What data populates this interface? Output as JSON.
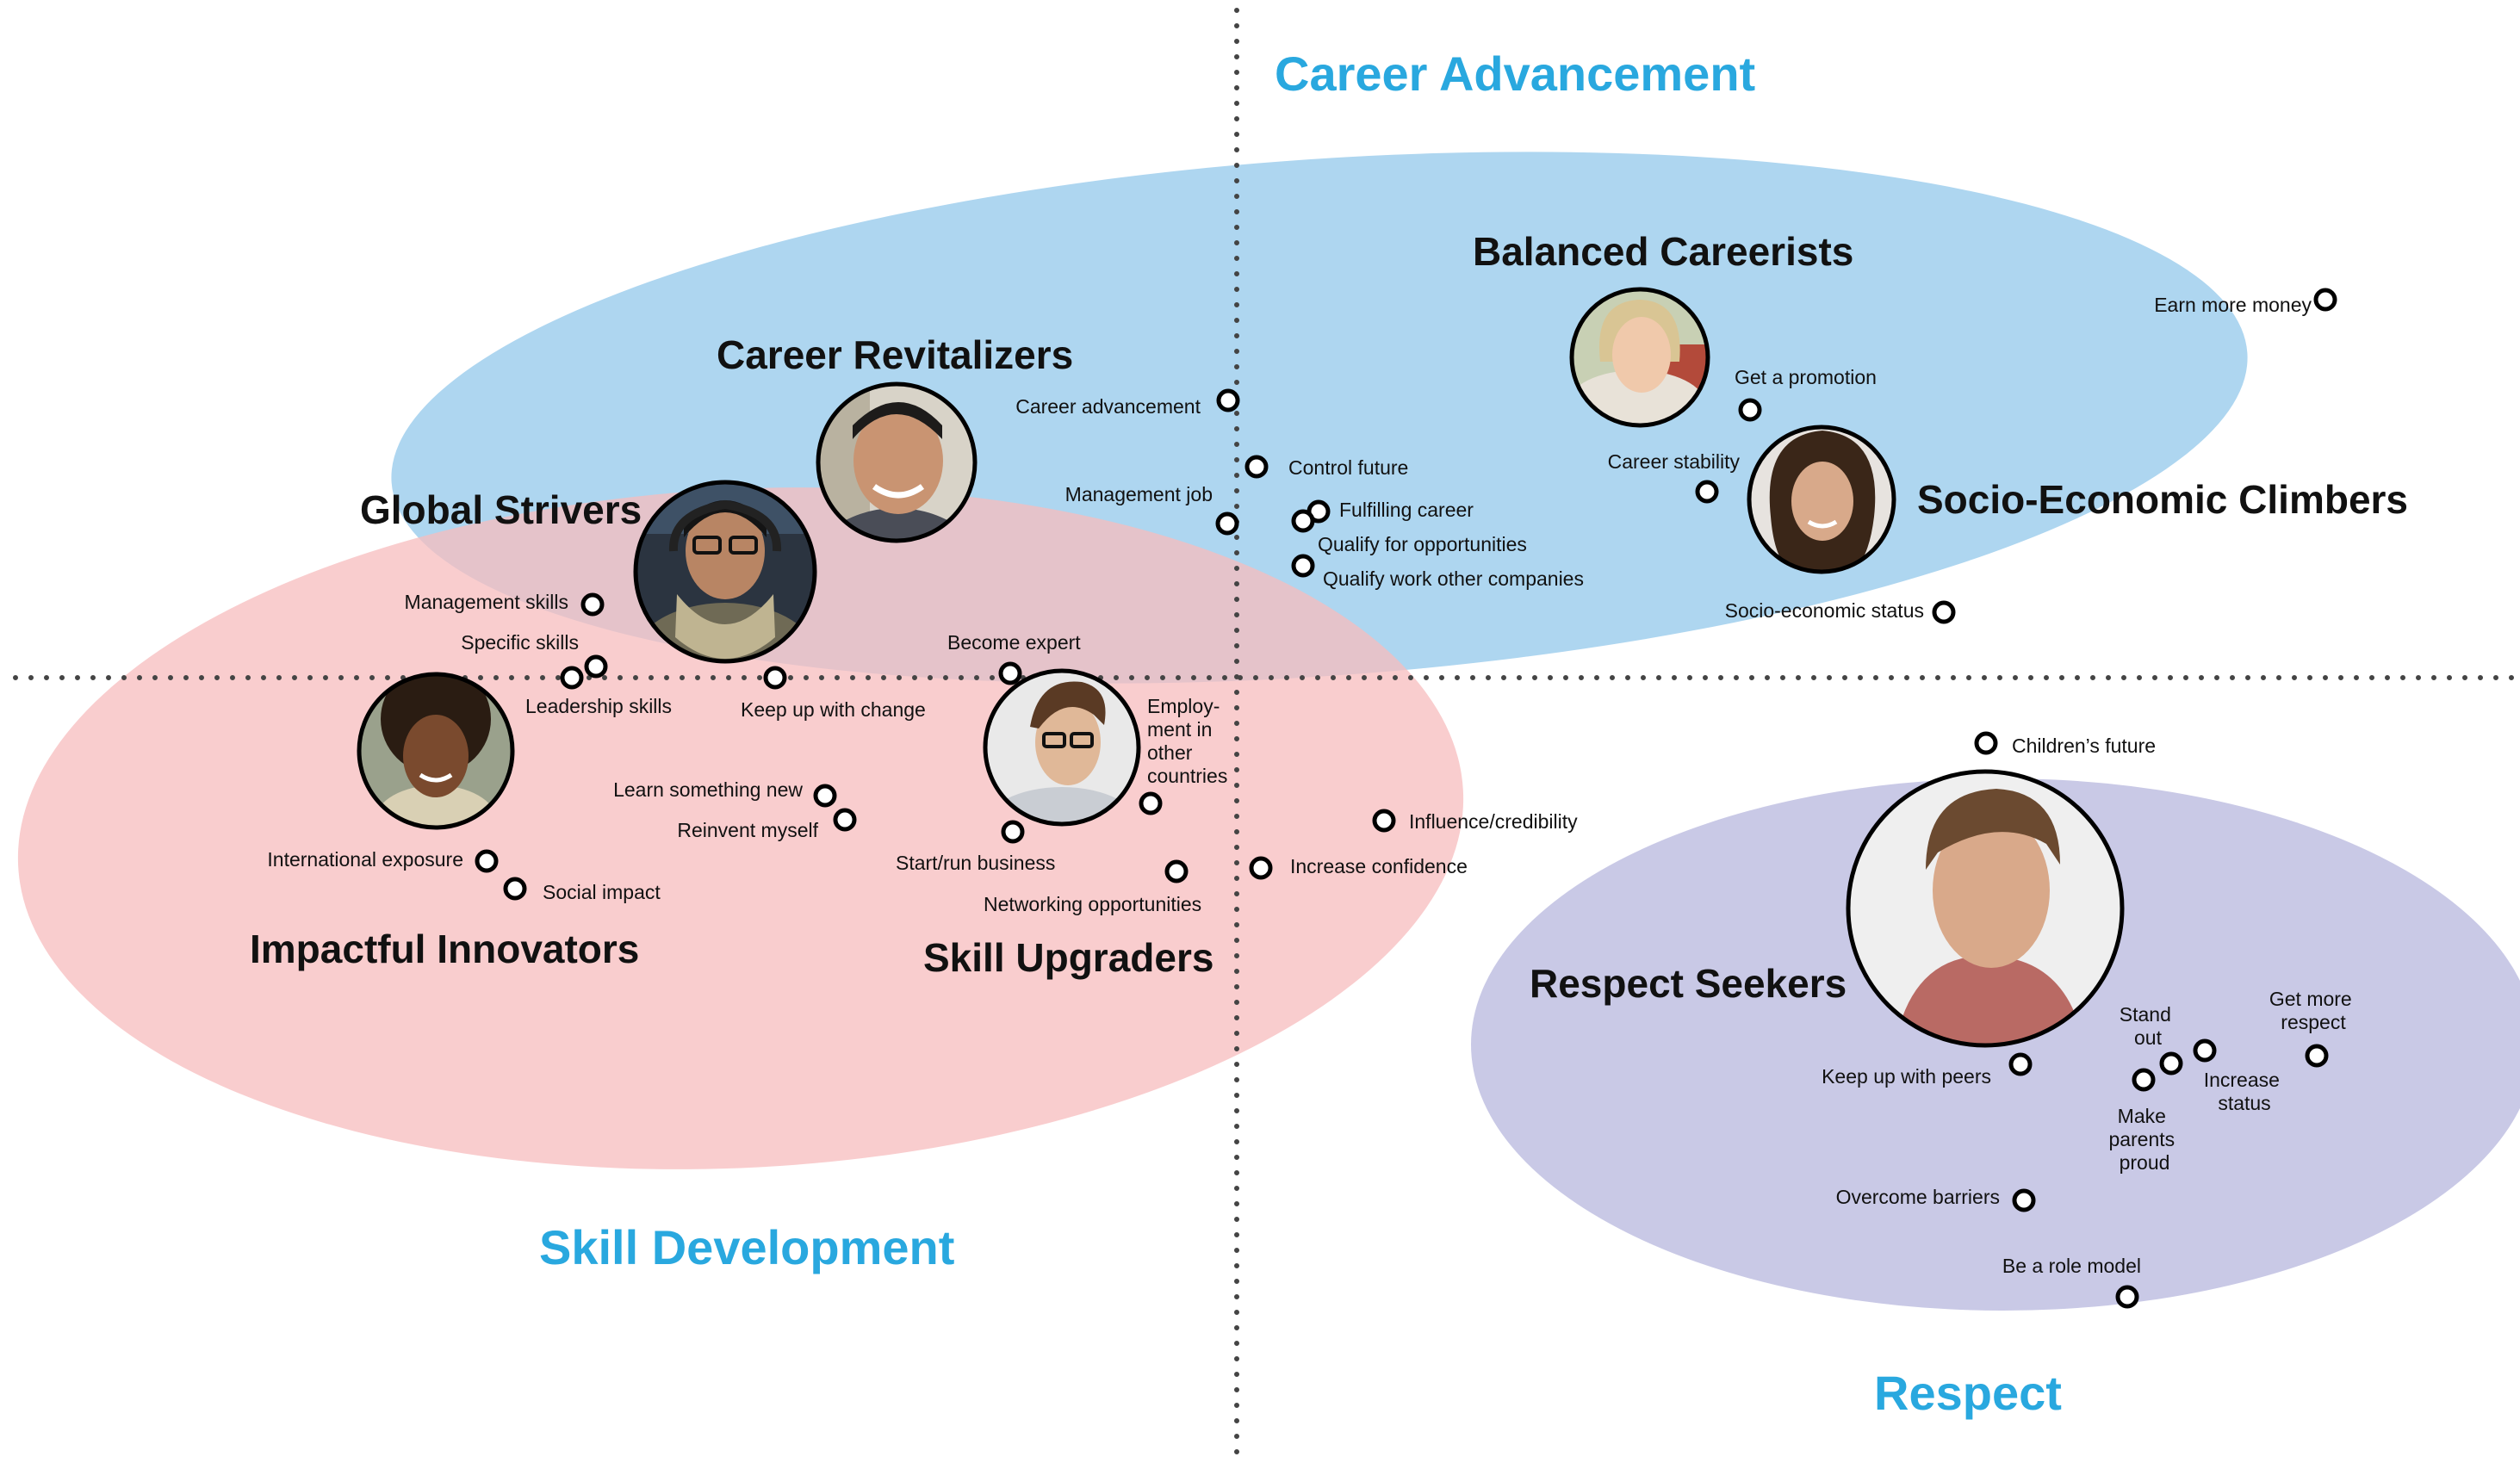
{
  "colors": {
    "career_ellipse": "#aed6f0",
    "skill_ellipse": "#f7bcbe",
    "respect_ellipse": "#c9c9e6",
    "quadrant_label": "#29a8df",
    "axis": "#444444",
    "text": "#111111"
  },
  "quadrants": {
    "career_advancement": "Career Advancement",
    "skill_development": "Skill Development",
    "respect": "Respect"
  },
  "segments": {
    "career_revitalizers": "Career Revitalizers",
    "global_strivers": "Global Strivers",
    "balanced_careerists": "Balanced Careerists",
    "socio_economic_climbers": "Socio-Economic Climbers",
    "impactful_innovators": "Impactful Innovators",
    "skill_upgraders": "Skill Upgraders",
    "respect_seekers": "Respect Seekers"
  },
  "motivations": {
    "career_advancement": "Career advancement",
    "management_job": "Management job",
    "control_future": "Control future",
    "fulfilling_career": "Fulfilling career",
    "qualify_opportunities": "Qualify for opportunities",
    "qualify_other_companies": "Qualify work other companies",
    "get_promotion": "Get a promotion",
    "career_stability": "Career stability",
    "earn_more_money": "Earn more money",
    "socio_economic_status": "Socio-economic status",
    "management_skills": "Management skills",
    "specific_skills": "Specific skills",
    "leadership_skills": "Leadership skills",
    "keep_up_change": "Keep up with change",
    "become_expert": "Become expert",
    "employment_other_countries": [
      "Employ-",
      "ment in",
      "other",
      "countries"
    ],
    "learn_something_new": "Learn something new",
    "reinvent_myself": "Reinvent myself",
    "start_run_business": "Start/run business",
    "networking_opportunities": "Networking opportunities",
    "international_exposure": "International exposure",
    "social_impact": "Social impact",
    "influence_credibility": "Influence/credibility",
    "increase_confidence": "Increase confidence",
    "childrens_future": "Children’s future",
    "keep_up_peers": "Keep up with peers",
    "stand_out": [
      "Stand",
      "out"
    ],
    "make_parents_proud": [
      "Make",
      "parents",
      "proud"
    ],
    "increase_status": [
      "Increase",
      "status"
    ],
    "get_more_respect": [
      "Get more",
      "respect"
    ],
    "overcome_barriers": "Overcome barriers",
    "be_role_model": "Be a role model"
  }
}
